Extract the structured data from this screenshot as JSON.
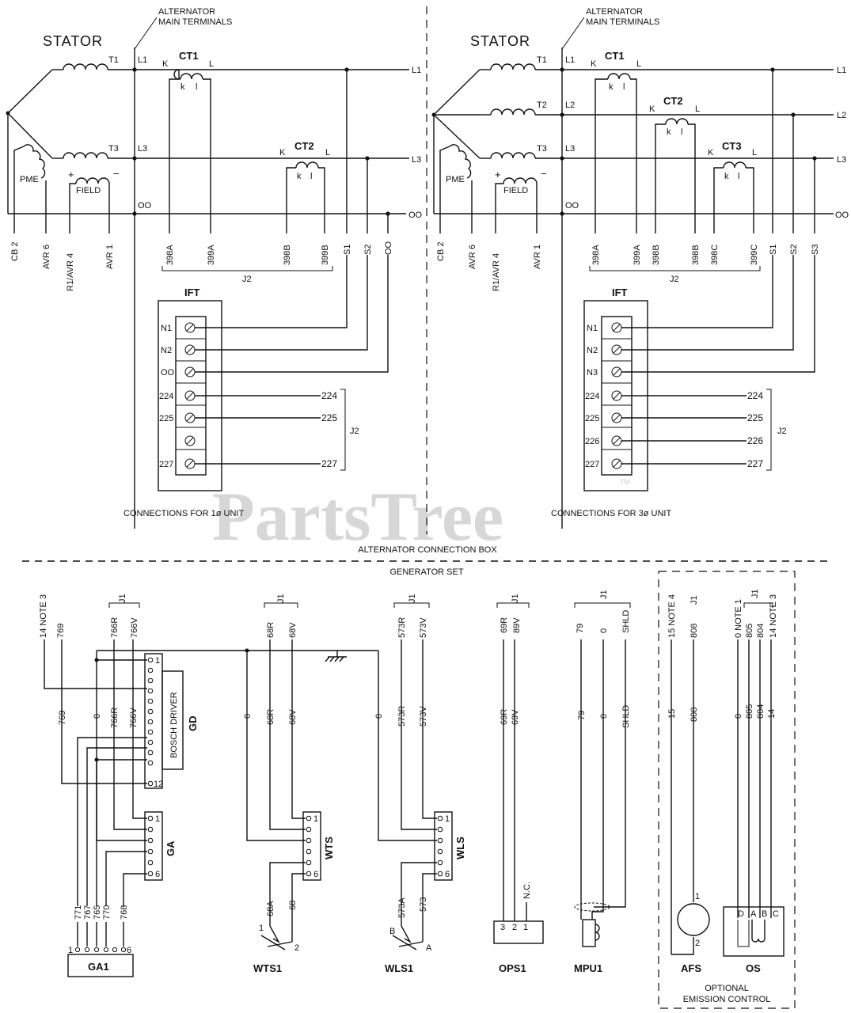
{
  "watermark": {
    "text": "PartsTree",
    "tm": "TM"
  },
  "sections": {
    "alternator_box": "ALTERNATOR CONNECTION BOX",
    "generator_set": "GENERATOR SET",
    "optional_line1": "OPTIONAL",
    "optional_line2": "EMISSION CONTROL"
  },
  "left": {
    "stator": "STATOR",
    "alt_term_1": "ALTERNATOR",
    "alt_term_2": "MAIN TERMINALS",
    "t1": "T1",
    "t3": "T3",
    "l1": "L1",
    "l3": "L3",
    "oo": "OO",
    "line_l1": "L1",
    "line_l3": "L3",
    "line_oo": "OO",
    "ct1": "CT1",
    "ct2": "CT2",
    "k": "K",
    "l": "L",
    "ki": "k",
    "li": "l",
    "pme": "PME",
    "field": "FIELD",
    "plus": "+",
    "minus": "−",
    "bottom_labels": [
      "CB 2",
      "AVR 6",
      "R1/AVR 4",
      "AVR 1",
      "398A",
      "399A",
      "398B",
      "399B",
      "S1",
      "S2",
      "OO"
    ],
    "j2": "J2",
    "ift": "IFT",
    "term_labels": [
      "N1",
      "N2",
      "OO",
      "224",
      "225",
      "",
      "227"
    ],
    "right_labels": [
      "224",
      "225",
      "227"
    ],
    "j2b": "J2",
    "caption": "CONNECTIONS FOR 1ø UNIT"
  },
  "right": {
    "stator": "STATOR",
    "alt_term_1": "ALTERNATOR",
    "alt_term_2": "MAIN TERMINALS",
    "t1": "T1",
    "t2": "T2",
    "t3": "T3",
    "l1": "L1",
    "l2": "L2",
    "l3": "L3",
    "oo": "OO",
    "line_l1": "L1",
    "line_l2": "L2",
    "line_l3": "L3",
    "line_oo": "OO",
    "ct1": "CT1",
    "ct2": "CT2",
    "ct3": "CT3",
    "k": "K",
    "l": "L",
    "ki": "k",
    "li": "l",
    "pme": "PME",
    "field": "FIELD",
    "plus": "+",
    "minus": "−",
    "bottom_labels": [
      "CB 2",
      "AVR 6",
      "R1/AVR 4",
      "AVR 1",
      "398A",
      "399A",
      "398B",
      "398B",
      "398C",
      "399C",
      "S1",
      "S2",
      "S3"
    ],
    "j2": "J2",
    "ift": "IFT",
    "term_labels": [
      "N1",
      "N2",
      "N3",
      "224",
      "225",
      "226",
      "227"
    ],
    "right_labels": [
      "224",
      "225",
      "226",
      "227"
    ],
    "j2b": "J2",
    "caption": "CONNECTIONS FOR 3ø UNIT"
  },
  "genset": {
    "top_labels": [
      "14 NOTE 3",
      "769",
      "766R",
      "766V",
      "J1",
      "68R",
      "68V",
      "J1",
      "573R",
      "573V",
      "J1",
      "69R",
      "89V",
      "J1",
      "79",
      "0",
      "SHLD",
      "J1",
      "15 NOTE 4",
      "808",
      "J1",
      "0 NOTE 1",
      "805",
      "804",
      "14 NOTE 3",
      "J1"
    ],
    "mid_labels": [
      "769",
      "0",
      "766R",
      "766V",
      "0",
      "68R",
      "68V",
      "0",
      "573R",
      "573V",
      "69R",
      "69V",
      "79",
      "0",
      "SHLD",
      "15",
      "808",
      "0",
      "805",
      "804",
      "14"
    ],
    "bosch": "BOSCH DRIVER",
    "gd": "GD",
    "gd_pins": [
      "1",
      "12"
    ],
    "ga": "GA",
    "ga_pins": [
      "1",
      "6"
    ],
    "wts": "WTS",
    "wts_pins": [
      "1",
      "6"
    ],
    "wls": "WLS",
    "wls_pins": [
      "1",
      "6"
    ],
    "ga_wires": [
      "771",
      "767",
      "765",
      "770",
      "768"
    ],
    "wts_wires": [
      "68A",
      "68"
    ],
    "wls_wires": [
      "573A",
      "573"
    ],
    "ga1": "GA1",
    "ga1_pins": [
      "1",
      "6"
    ],
    "wts1": "WTS1",
    "wts1_pins": [
      "1",
      "2"
    ],
    "wls1": "WLS1",
    "wls1_pins": [
      "B",
      "A"
    ],
    "ops1": "OPS1",
    "ops1_pins": [
      "3",
      "2",
      "1"
    ],
    "nc": "N.C.",
    "mpu1": "MPU1",
    "afs": "AFS",
    "afs_pins": [
      "1",
      "2"
    ],
    "os": "OS",
    "os_pins": [
      "D",
      "A",
      "B",
      "C"
    ]
  }
}
